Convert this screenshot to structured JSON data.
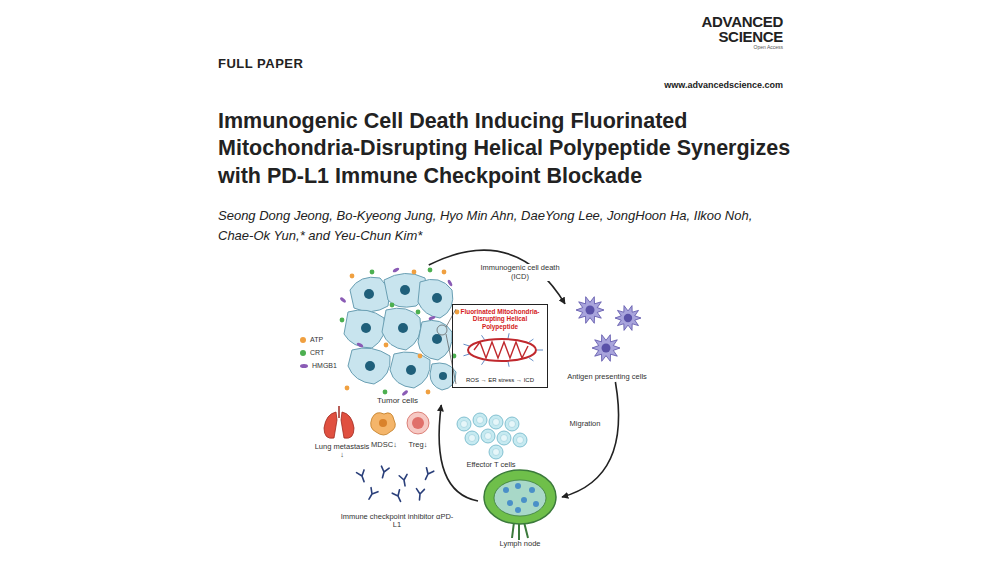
{
  "diagram": {
    "title": "Immunogenic Cell Death Inducing Fluorinated Mitochondria-Disrupting Helical Polypeptide Synergizes with PD-L1 Immune Checkpoint Blockade",
    "nodes": [
      {
        "text": [
          "Tumor cells"
        ]
      },
      {
        "text": [
          "Fluorinated Mitochondria-Disrupting Helical Polypeptide",
          "ROS → ER stress → ICD"
        ]
      },
      {
        "text": [
          "Antigen presenting cells"
        ]
      },
      {
        "text": [
          "Lymph node"
        ]
      },
      {
        "text": [
          "Effector T cells"
        ]
      },
      {
        "text": [
          "Lung metastasis ↓"
        ]
      },
      {
        "text": [
          "MDSC↓"
        ]
      },
      {
        "text": [
          "Treg↓"
        ]
      },
      {
        "text": [
          "Immune checkpoint inhibitor αPD-L1"
        ]
      }
    ],
    "edges": [
      {
        "from": 0,
        "to": 2,
        "arrow": "to",
        "label": "Immunogenic cell death (ICD)"
      },
      {
        "from": 2,
        "to": 3,
        "arrow": "to",
        "label": "Migration"
      },
      {
        "from": 3,
        "to": 0,
        "arrow": "to"
      }
    ],
    "labels": [
      "FULL PAPER",
      "ADVANCED",
      "SCIENCE",
      "Open Access",
      "www.advancedscience.com",
      "Seong Dong Jeong, Bo-Kyeong Jung, Hyo Min Ahn, DaeYong Lee, JongHoon Ha, Ilkoo Noh, Chae-Ok Yun,* and Yeu-Chun Kim*"
    ],
    "legend": [
      {
        "text": "ATP",
        "color": "#f0a040"
      },
      {
        "text": "CRT",
        "color": "#4caf50"
      },
      {
        "text": "HMGB1",
        "color": "#8a5bb5"
      }
    ]
  }
}
